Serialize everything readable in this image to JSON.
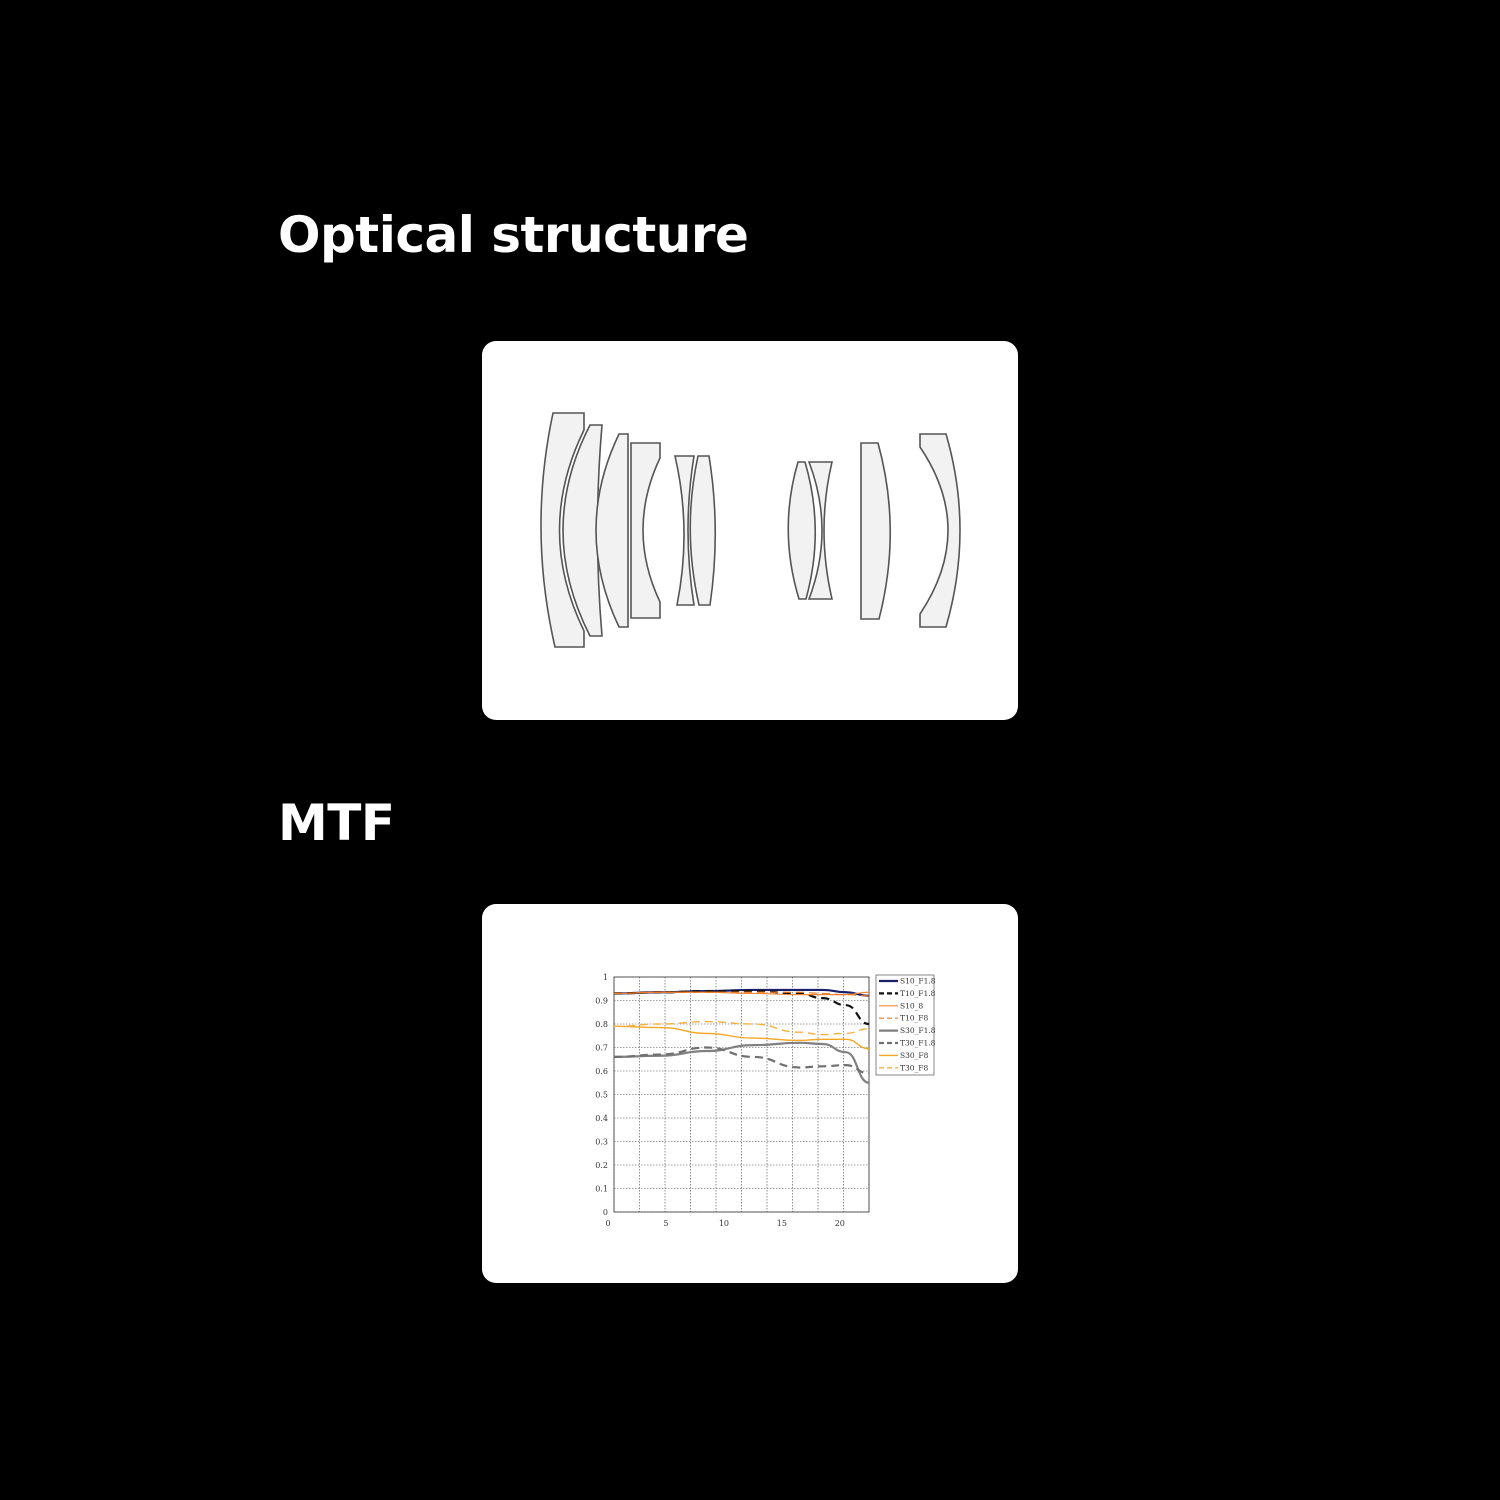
{
  "sections": {
    "optical_title": "Optical structure",
    "mtf_title": "MTF"
  },
  "colors": {
    "background": "#000000",
    "card": "#ffffff"
  },
  "chart_data": {
    "type": "line",
    "title": "",
    "xlabel": "",
    "ylabel": "",
    "xlim": [
      0,
      22
    ],
    "ylim": [
      0,
      1
    ],
    "grid": true,
    "legend_position": "right-top",
    "x_ticks": [
      "0",
      "5",
      "10",
      "15",
      "20"
    ],
    "y_ticks": [
      "0",
      "0.1",
      "0.2",
      "0.3",
      "0.4",
      "0.5",
      "0.6",
      "0.7",
      "0.8",
      "0.9",
      "1"
    ],
    "x": [
      0,
      4,
      8,
      12,
      16,
      18,
      20,
      22
    ],
    "series": [
      {
        "name": "S10_F1.8",
        "color": "#1a1f6b",
        "dash": false,
        "values": [
          0.93,
          0.935,
          0.94,
          0.945,
          0.945,
          0.945,
          0.935,
          0.92
        ]
      },
      {
        "name": "T10_F1.8",
        "color": "#111111",
        "dash": true,
        "values": [
          0.93,
          0.935,
          0.94,
          0.94,
          0.93,
          0.91,
          0.88,
          0.8
        ]
      },
      {
        "name": "S10_8",
        "color": "#f28a3a",
        "dash": false,
        "values": [
          0.93,
          0.935,
          0.935,
          0.93,
          0.925,
          0.925,
          0.925,
          0.935
        ]
      },
      {
        "name": "T10_F8",
        "color": "#f07a20",
        "dash": true,
        "values": [
          0.93,
          0.935,
          0.935,
          0.935,
          0.935,
          0.93,
          0.925,
          0.92
        ]
      },
      {
        "name": "S30_F1.8",
        "color": "#808080",
        "dash": false,
        "values": [
          0.66,
          0.665,
          0.685,
          0.71,
          0.72,
          0.715,
          0.68,
          0.55
        ]
      },
      {
        "name": "T30_F1.8",
        "color": "#707070",
        "dash": true,
        "values": [
          0.66,
          0.67,
          0.7,
          0.66,
          0.615,
          0.62,
          0.625,
          0.59
        ]
      },
      {
        "name": "S30_F8",
        "color": "#f5a623",
        "dash": false,
        "values": [
          0.79,
          0.785,
          0.76,
          0.74,
          0.73,
          0.735,
          0.735,
          0.695
        ]
      },
      {
        "name": "T30_F8",
        "color": "#f5b040",
        "dash": true,
        "values": [
          0.79,
          0.8,
          0.81,
          0.8,
          0.765,
          0.755,
          0.76,
          0.78
        ]
      }
    ]
  }
}
